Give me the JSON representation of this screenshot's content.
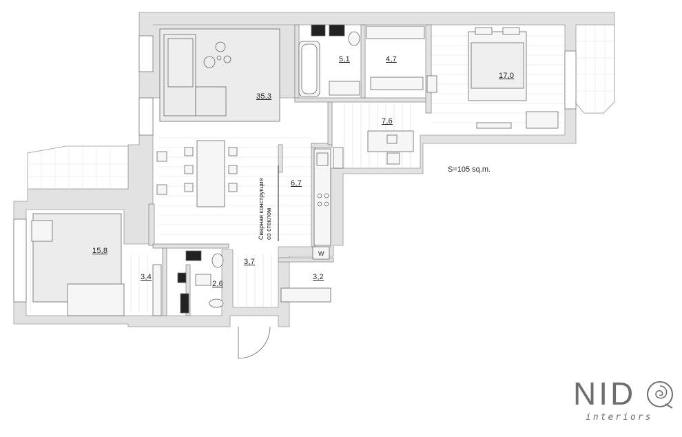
{
  "plan": {
    "total_area": "S=105 sq.m.",
    "glass_wall_note": "Сварная конструкция со стеклом",
    "washer_mark": "W",
    "rooms": [
      {
        "id": "living",
        "area": "35,3"
      },
      {
        "id": "bath-main",
        "area": "5,1"
      },
      {
        "id": "wardrobe-main",
        "area": "4,7"
      },
      {
        "id": "bedroom-master",
        "area": "17,0"
      },
      {
        "id": "hall-north",
        "area": "7,6"
      },
      {
        "id": "kitchen",
        "area": "6,7"
      },
      {
        "id": "bedroom-second",
        "area": "15,8"
      },
      {
        "id": "wardrobe-second",
        "area": "3,4"
      },
      {
        "id": "bath-guest",
        "area": "2,6"
      },
      {
        "id": "entry",
        "area": "3,7"
      },
      {
        "id": "storage",
        "area": "3,2"
      }
    ]
  },
  "brand": {
    "name": "NID",
    "subtitle": "interiors"
  },
  "colors": {
    "wall": "#e2e2e2",
    "wall_outline": "#9a9a9a",
    "rug": "#ececec",
    "line": "#555555",
    "brand_gray": "#6e6e6e"
  }
}
